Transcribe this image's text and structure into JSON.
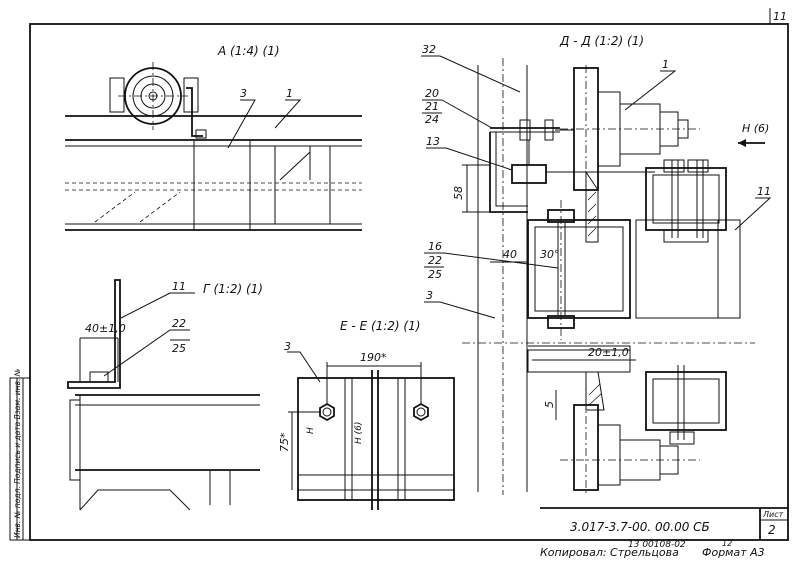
{
  "views": {
    "a": {
      "title": "А (1:4) (1)",
      "callouts": [
        "3",
        "1"
      ]
    },
    "g": {
      "title": "Г (1:2) (1)",
      "callouts": [
        "11",
        "22",
        "25"
      ],
      "dim": "40±1,0"
    },
    "e": {
      "title": "Е - Е (1:2) (1)",
      "callouts": [
        "3"
      ],
      "dims": [
        "190*",
        "75*"
      ],
      "marks": [
        "Н",
        "Н (6)"
      ]
    },
    "d": {
      "title": "Д - Д (1:2) (1)",
      "callouts": [
        "32",
        "1",
        "20",
        "21",
        "24",
        "13",
        "11",
        "16",
        "22",
        "25",
        "3"
      ],
      "dims": [
        "58",
        "40",
        "30°",
        "20±1,0",
        "5"
      ],
      "view_ref": "Н (6)"
    }
  },
  "sheet": {
    "corner_number": "11",
    "side_stamp": "Инв. № подл. Подпись и дата Взам. инв. №"
  },
  "title_block": {
    "code": "3.017-3.7-00. 00.00 СБ",
    "sheet_label": "Лист",
    "sheet_no": "2"
  },
  "footer": {
    "copied": "Копировал: Стрельцова",
    "stamp": "13 00108-02",
    "format": "Формат А3",
    "format_code": "12"
  }
}
